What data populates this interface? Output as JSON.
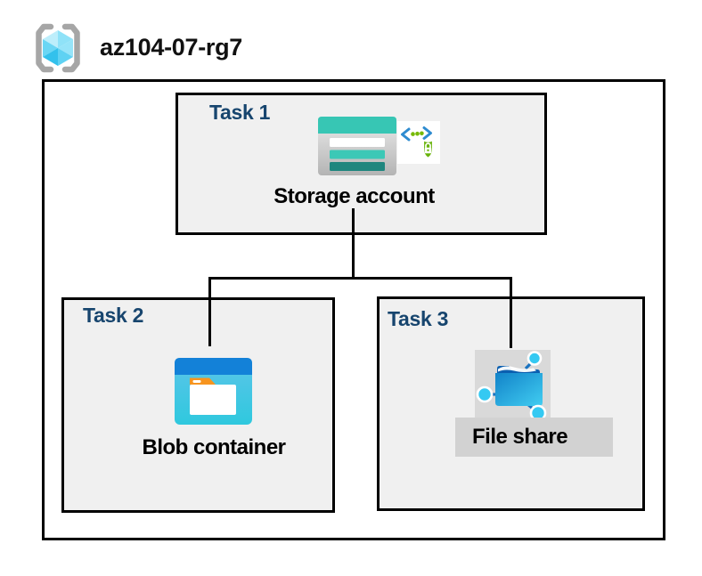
{
  "header": {
    "title": "az104-07-rg7",
    "icon": "resource-group-icon"
  },
  "tasks": [
    {
      "label": "Task 1",
      "item": "Storage account",
      "icons": [
        "storage-account-icon",
        "sas-shield-lock-icon"
      ],
      "highlighted": false
    },
    {
      "label": "Task 2",
      "item": "Blob container",
      "icons": [
        "blob-container-icon"
      ],
      "highlighted": false
    },
    {
      "label": "Task 3",
      "item": "File share",
      "icons": [
        "file-share-icon"
      ],
      "highlighted": true
    }
  ],
  "connections": [
    {
      "from": "Storage account",
      "to": "Blob container"
    },
    {
      "from": "Storage account",
      "to": "File share"
    }
  ],
  "colors": {
    "task_label": "#17456e",
    "box_background": "#f0f0f0",
    "border": "#000000",
    "selection_highlight": "#d9d9d9",
    "label_highlight": "#d2d2d2",
    "storage_teal": "#37c6b4",
    "storage_teal_dark": "#1f867e",
    "blob_bar_blue": "#1381d8",
    "network_cyan": "#35c9f2",
    "folder_orange": "#f7941e",
    "sas_green": "#76b900",
    "sas_bracket_blue": "#2e8bd0",
    "bracket_gray": "#a6a6a6"
  }
}
